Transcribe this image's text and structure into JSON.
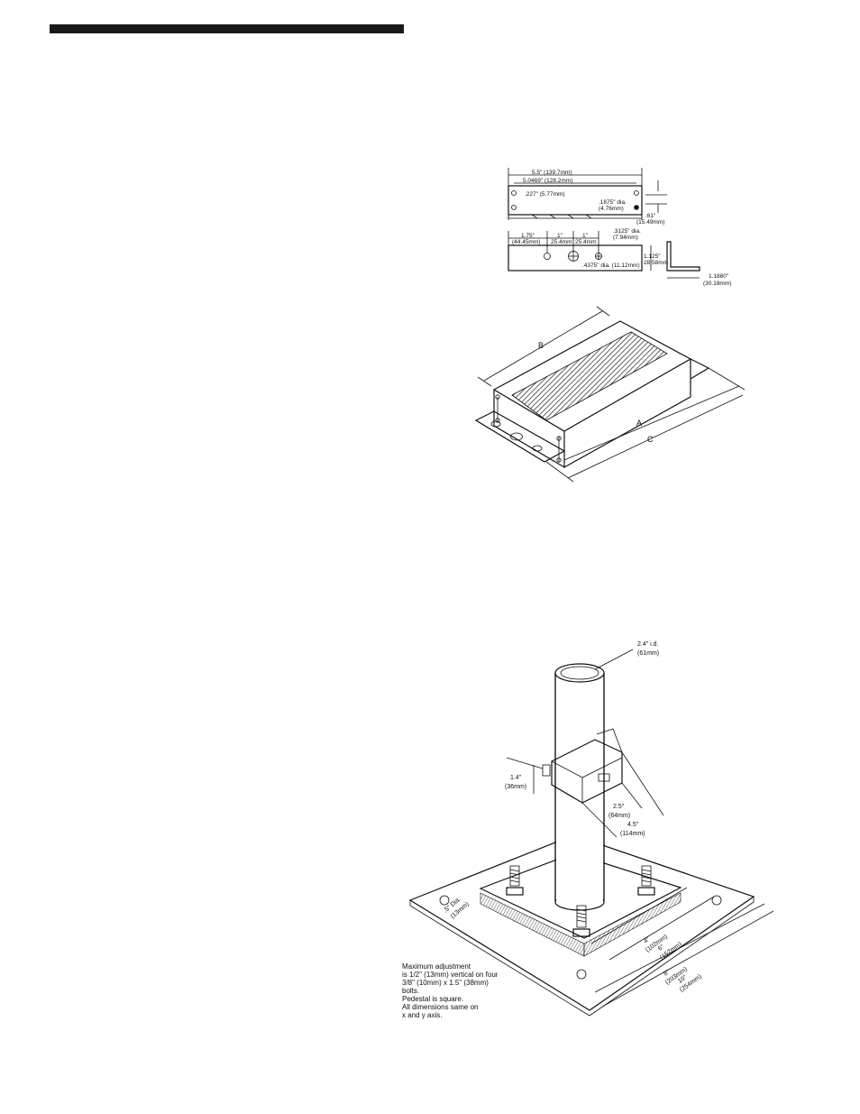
{
  "bracket_top_view": {
    "overall_width": "5.5\" (139.7mm)",
    "hole_span": "5.0469\" (128.2mm)",
    "hole_offset": ".227\" (5.77mm)",
    "hole_dia": ".1875\" dia.",
    "hole_dia_mm": "(4.76mm)",
    "edge_dist": ".61\"",
    "edge_dist_mm": "(15.49mm)"
  },
  "bracket_front_view": {
    "dim_a": "1.75\"",
    "dim_a_mm": "(44.45mm)",
    "dim_b": "1\"",
    "dim_b_mm": "25.4mm",
    "dim_c": "1\"",
    "dim_c_mm": "25.4mm",
    "small_hole": ".3125\" dia.",
    "small_hole_mm": "(7.94mm)",
    "large_hole": ".4375\" dia. (11.12mm)",
    "height": "1.125\"",
    "height_mm": "28.58mm",
    "side_depth": "1.1880\"",
    "side_depth_mm": "(30.18mm)"
  },
  "tray_iso": {
    "label_a": "A",
    "label_b": "B",
    "label_c": "C"
  },
  "pedestal": {
    "tube_id": "2.4\" i.d.",
    "tube_id_mm": "(61mm)",
    "clamp_height": "1.4\"",
    "clamp_height_mm": "(36mm)",
    "clamp_width": "2.5\"",
    "clamp_width_mm": "(64mm)",
    "clamp_depth": "4.5\"",
    "clamp_depth_mm": "(114mm)",
    "hole_dia": ".5\" Dia.",
    "hole_dia_mm": "(13mm)",
    "dim_4": "4\"",
    "dim_4_mm": "(102mm)",
    "dim_6": "6\"",
    "dim_6_mm": "(152mm)",
    "dim_8": "8\"",
    "dim_8_mm": "(203mm)",
    "dim_10": "10\"",
    "dim_10_mm": "(254mm)",
    "note_lines": [
      "Maximum adjustment",
      "is 1/2\" (13mm) vertical on four",
      "3/8\" (10mm) x 1.5\" (38mm)",
      "bolts.",
      "Pedestal is square.",
      "All dimensions same on",
      "x and y axis."
    ]
  }
}
